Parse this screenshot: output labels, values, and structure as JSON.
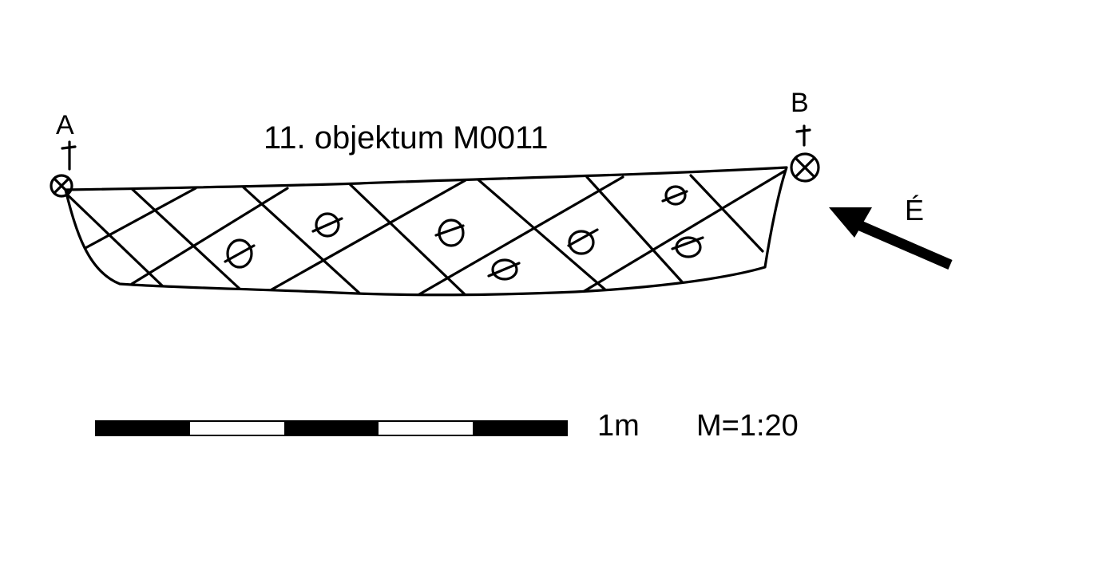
{
  "title": "11. objektum M0011",
  "points": {
    "a": "A",
    "b": "B"
  },
  "direction_label": "É",
  "scale": {
    "length_label": "1m",
    "ratio_label": "M=1:20",
    "segments": 5
  },
  "colors": {
    "ink": "#000000",
    "paper": "#ffffff"
  }
}
